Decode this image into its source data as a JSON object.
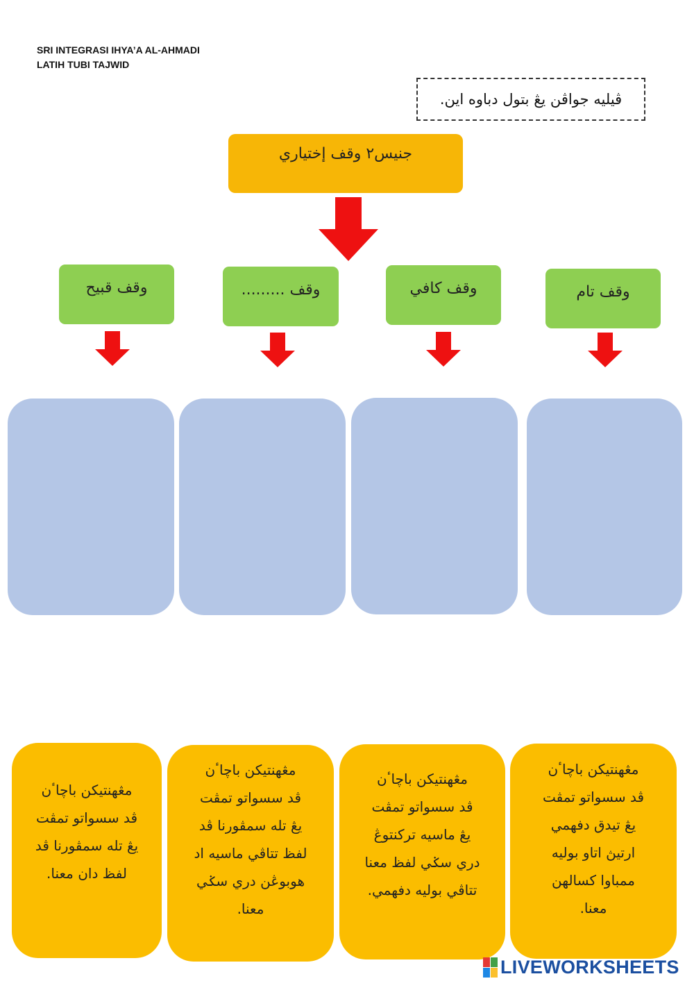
{
  "header": {
    "school": "SRI INTEGRASI IHYA’A AL-AHMADI",
    "subject": "LATIH TUBI TAJWID"
  },
  "instruction": "ڤيليه جواڤن يڠ بتول دباوه اين.",
  "title": "جنيس٢ وقف إختياري",
  "categories": [
    {
      "label": "وقف قبيح"
    },
    {
      "label": "وقف ........."
    },
    {
      "label": "وقف كافي"
    },
    {
      "label": "وقف تام"
    }
  ],
  "answer_boxes": [
    {
      "lines": [
        "مڠهنتيكن باچاٴن",
        "ڤد سسواتو تمڤت",
        "يڠ تله سمڤورنا ڤد",
        "لفظ دان معنا."
      ]
    },
    {
      "lines": [
        "مڠهنتيكن باچاٴن",
        "ڤد سسواتو تمڤت",
        "يڠ تله سمڤورنا ڤد",
        "لفظ تتاڤي ماسيه اد",
        "هوبوڠن دري سݢي",
        "معنا."
      ]
    },
    {
      "lines": [
        "مڠهنتيكن باچاٴن",
        "ڤد سسواتو تمڤت",
        "يڠ ماسيه تركنتوڠ",
        "دري سݢي لفظ معنا",
        "تتاڤي بوليه دفهمي."
      ]
    },
    {
      "lines": [
        "مڠهنتيكن باچاٴن",
        "ڤد سسواتو تمڤت",
        "يڠ تيدق دفهمي",
        "ارتيڽ اتاو بوليه",
        "ممباوا كسالهن",
        "معنا."
      ]
    }
  ],
  "brand": {
    "name": "LIVEWORKSHEETS"
  },
  "colors": {
    "title_box": "#f7b606",
    "category_box": "#8ecf52",
    "drop_zone": "#b4c6e6",
    "answer_box": "#fbbd00",
    "arrow": "#ee1111",
    "brand": "#1b4fa0"
  }
}
